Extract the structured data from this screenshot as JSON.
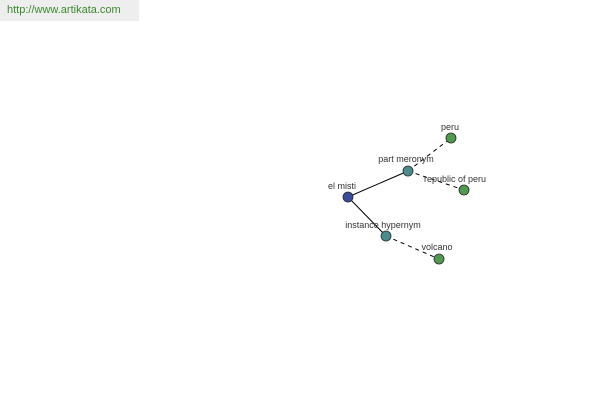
{
  "watermark": {
    "text": "http://www.artikata.com",
    "color": "#3a8a2e"
  },
  "colors": {
    "root_node": "#3c4a9b",
    "relation_node": "#4d8c8c",
    "leaf_node": "#4f9a4f",
    "node_stroke": "#2a2a2a",
    "solid_edge": "#000000",
    "dashed_edge": "#000000",
    "label": "#333333"
  },
  "graph": {
    "nodes": [
      {
        "id": "el_misti",
        "label": "el misti",
        "kind": "root"
      },
      {
        "id": "part_meronym",
        "label": "part meronym",
        "kind": "relation"
      },
      {
        "id": "instance_hypernym",
        "label": "instance hypernym",
        "kind": "relation"
      },
      {
        "id": "peru",
        "label": "peru",
        "kind": "leaf"
      },
      {
        "id": "republic_of_peru",
        "label": "republic of peru",
        "kind": "leaf"
      },
      {
        "id": "volcano",
        "label": "volcano",
        "kind": "leaf"
      }
    ],
    "edges": [
      {
        "from": "el_misti",
        "to": "part_meronym",
        "style": "solid"
      },
      {
        "from": "el_misti",
        "to": "instance_hypernym",
        "style": "solid"
      },
      {
        "from": "part_meronym",
        "to": "peru",
        "style": "dashed"
      },
      {
        "from": "part_meronym",
        "to": "republic_of_peru",
        "style": "dashed"
      },
      {
        "from": "instance_hypernym",
        "to": "volcano",
        "style": "dashed"
      }
    ]
  }
}
